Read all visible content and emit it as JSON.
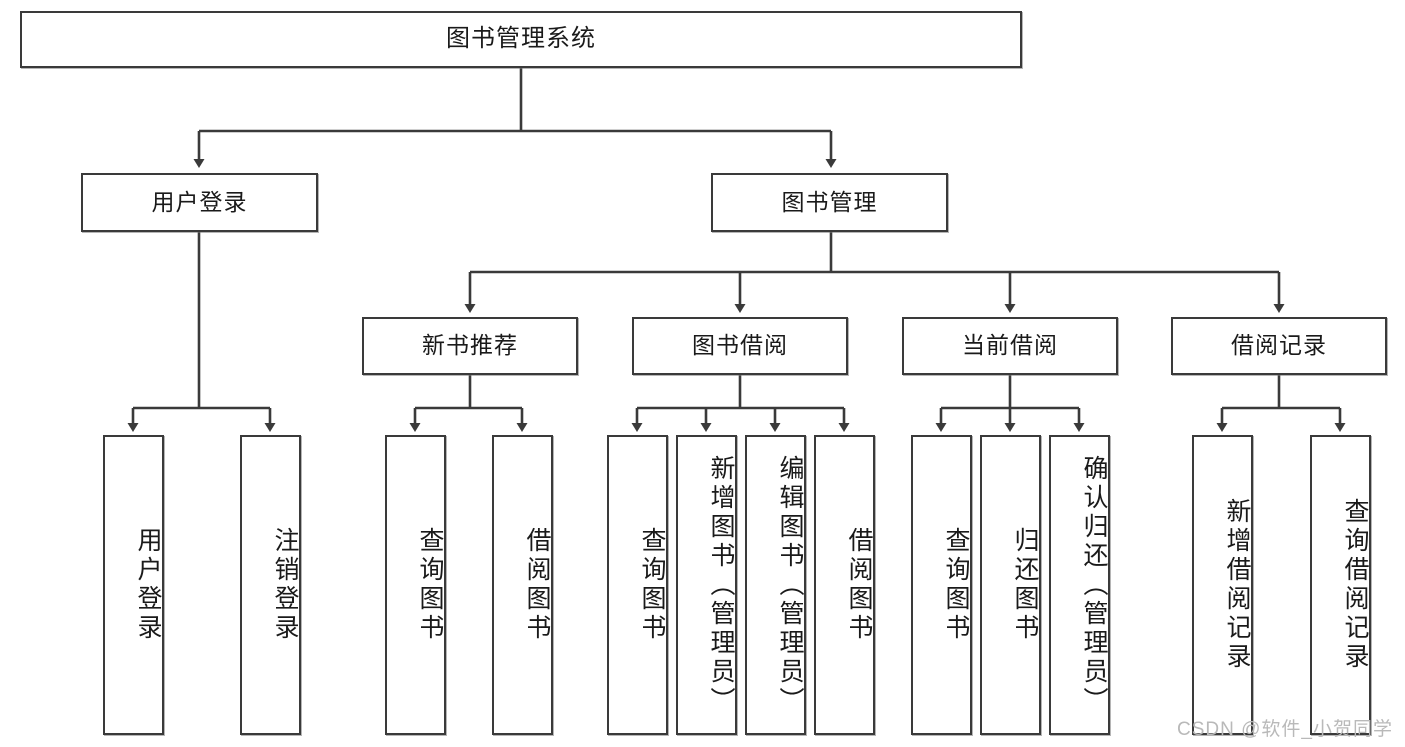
{
  "diagram": {
    "type": "tree",
    "title": "图书管理系统",
    "colors": {
      "box_border": "#3a3a3a",
      "box_fill": "#ffffff",
      "edge": "#3a3a3a",
      "text": "#1a1a1a",
      "watermark": "#b9b9b9",
      "background": "#ffffff"
    }
  },
  "nodes": {
    "root": {
      "label": "图书管理系统"
    },
    "level2": [
      {
        "label": "用户登录"
      },
      {
        "label": "图书管理"
      }
    ],
    "level3": [
      {
        "label": "新书推荐"
      },
      {
        "label": "图书借阅"
      },
      {
        "label": "当前借阅"
      },
      {
        "label": "借阅记录"
      }
    ],
    "leaves": {
      "user_login": [
        {
          "label": "用户登录"
        },
        {
          "label": "注销登录"
        }
      ],
      "new_book": [
        {
          "label": "查询图书"
        },
        {
          "label": "借阅图书"
        }
      ],
      "book_borrow": [
        {
          "label": "查询图书"
        },
        {
          "label": "新增图书（管理员）"
        },
        {
          "label": "编辑图书（管理员）"
        },
        {
          "label": "借阅图书"
        }
      ],
      "current_borrow": [
        {
          "label": "查询图书"
        },
        {
          "label": "归还图书"
        },
        {
          "label": "确认归还（管理员）"
        }
      ],
      "borrow_record": [
        {
          "label": "新增借阅记录"
        },
        {
          "label": "查询借阅记录"
        }
      ]
    }
  },
  "watermark": {
    "text": "CSDN @软件_小贺同学"
  }
}
